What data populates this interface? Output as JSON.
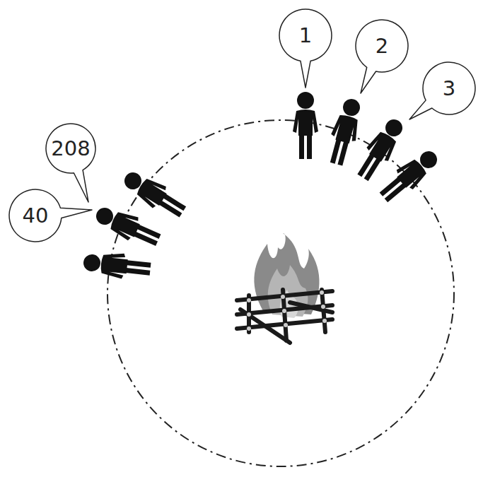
{
  "diagram": {
    "nodes": [
      {
        "text": [
          "1"
        ]
      },
      {
        "text": [
          "2"
        ]
      },
      {
        "text": [
          "3"
        ]
      },
      {
        "text": [
          "208"
        ]
      },
      {
        "text": [
          "40"
        ]
      }
    ]
  }
}
